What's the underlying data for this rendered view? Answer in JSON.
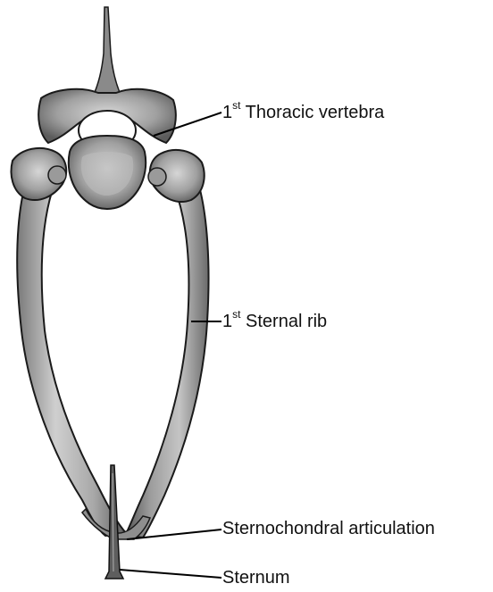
{
  "labels": {
    "vertebra": {
      "num": "1",
      "sup": "st",
      "text": " Thoracic vertebra"
    },
    "rib": {
      "num": "1",
      "sup": "st",
      "text": " Sternal rib"
    },
    "articulation": "Sternochondral articulation",
    "sternum": "Sternum"
  },
  "colors": {
    "bone_light": "#c8c8c8",
    "bone_mid": "#9a9a9a",
    "bone_dark": "#4a4a4a",
    "outline": "#1a1a1a",
    "leader": "#000000"
  }
}
